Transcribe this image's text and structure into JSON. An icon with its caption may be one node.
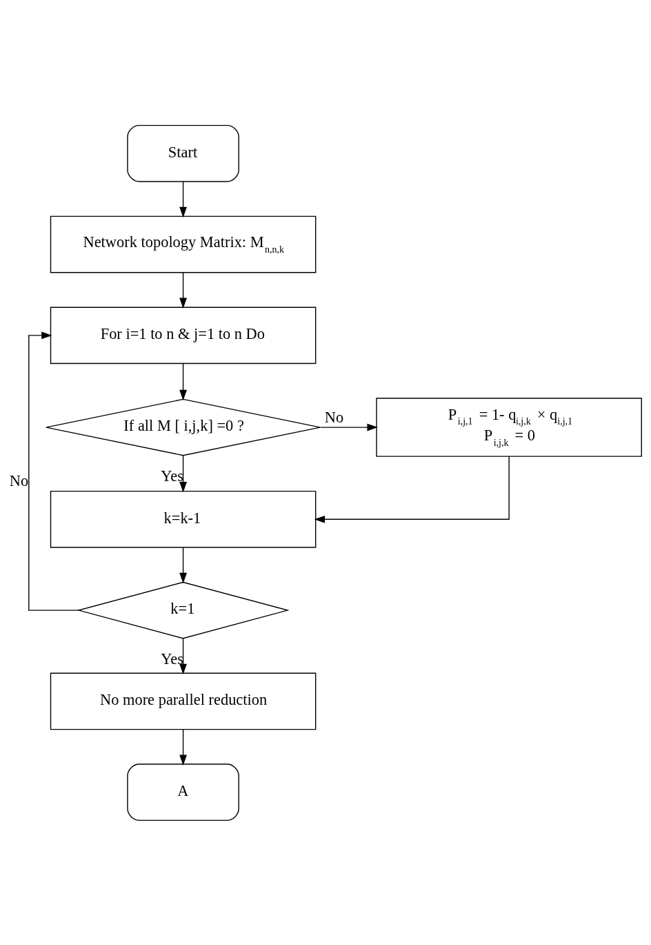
{
  "diagram": {
    "nodes": [
      {
        "text": [
          "Start"
        ]
      },
      {
        "text": [
          "Network topology Matrix: M$_{n,n,k}$"
        ]
      },
      {
        "text": [
          "For i=1 to n & j=1 to n Do"
        ]
      },
      {
        "text": [
          "If all M [ i,j,k] =0 ?"
        ]
      },
      {
        "text": [
          "P$_{i,j,1}$ = 1- q$_{i,j,k}$ × q$_{i,j,1}$",
          "P$_{i,j,k}$ = 0"
        ]
      },
      {
        "text": [
          "k=k-1"
        ]
      },
      {
        "text": [
          "k=1"
        ]
      },
      {
        "text": [
          "No more parallel reduction"
        ]
      },
      {
        "text": [
          "A"
        ]
      }
    ],
    "edges": [
      {
        "from": 0,
        "to": 1,
        "arrow": "to"
      },
      {
        "from": 1,
        "to": 2,
        "arrow": "to"
      },
      {
        "from": 2,
        "to": 3,
        "arrow": "to"
      },
      {
        "from": 3,
        "to": 4,
        "arrow": "to",
        "label": "No"
      },
      {
        "from": 3,
        "to": 5,
        "arrow": "to",
        "label": "Yes"
      },
      {
        "from": 4,
        "to": 5,
        "arrow": "to"
      },
      {
        "from": 5,
        "to": 6,
        "arrow": "to"
      },
      {
        "from": 6,
        "to": 2,
        "arrow": "to",
        "label": "No"
      },
      {
        "from": 6,
        "to": 7,
        "arrow": "to",
        "label": "Yes"
      },
      {
        "from": 7,
        "to": 8,
        "arrow": "to"
      }
    ]
  }
}
